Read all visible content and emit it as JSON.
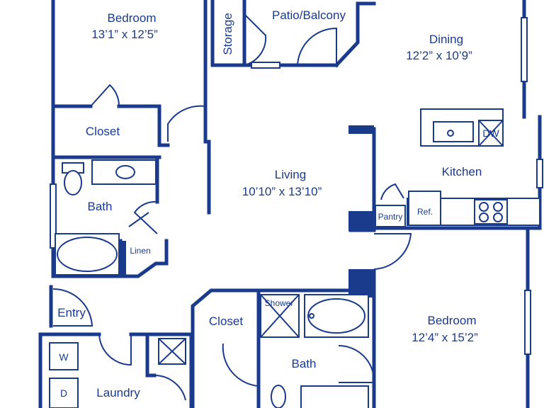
{
  "rooms": {
    "bedroom_1": {
      "name": "Bedroom",
      "dims": "13’1” x 12’5”"
    },
    "storage": {
      "name": "Storage"
    },
    "patio": {
      "name": "Patio/Balcony"
    },
    "dining": {
      "name": "Dining",
      "dims": "12’2” x 10’9”"
    },
    "closet_1": {
      "name": "Closet"
    },
    "living": {
      "name": "Living",
      "dims": "10’10” x 13’10”"
    },
    "kitchen": {
      "name": "Kitchen"
    },
    "bath_1": {
      "name": "Bath"
    },
    "linen": {
      "name": "Linen"
    },
    "pantry": {
      "name": "Pantry"
    },
    "ref": {
      "name": "Ref."
    },
    "dw": {
      "name": "DW"
    },
    "entry": {
      "name": "Entry"
    },
    "closet_2": {
      "name": "Closet"
    },
    "shower": {
      "name": "Shower"
    },
    "bedroom_2": {
      "name": "Bedroom",
      "dims": "12’4” x 15’2”"
    },
    "bath_2": {
      "name": "Bath"
    },
    "laundry": {
      "name": "Laundry"
    },
    "washer": {
      "name": "W"
    },
    "dryer": {
      "name": "D"
    }
  },
  "colors": {
    "line": "#1a3a8c",
    "background": "#ffffff"
  }
}
